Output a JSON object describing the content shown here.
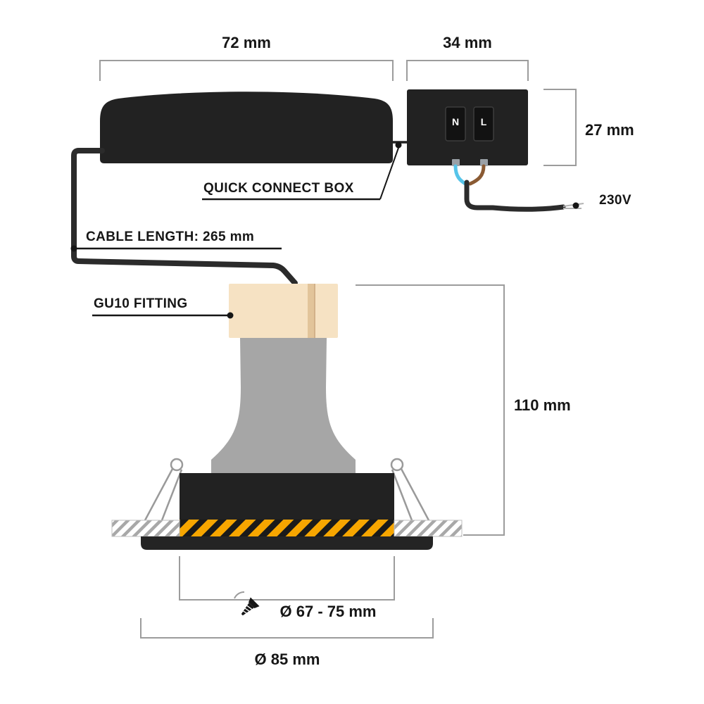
{
  "diagram": {
    "title": "Recessed GU10 downlight dimension diagram",
    "dims": {
      "driver_width": "72 mm",
      "connector_width": "34 mm",
      "connector_height": "27 mm",
      "fixture_height": "110 mm",
      "cutout_diameter": "Ø 67 - 75 mm",
      "bezel_diameter": "Ø 85 mm"
    },
    "labels": {
      "quick_connect_box": "QUICK CONNECT BOX",
      "cable_length": "CABLE LENGTH: 265 mm",
      "gu10_fitting": "GU10 FITTING",
      "voltage": "230V",
      "terminal_neutral": "N",
      "terminal_live": "L"
    },
    "colors": {
      "housing_black": "#222222",
      "lamp_gray": "#a6a6a6",
      "fitting_beige": "#f6e2c3",
      "fitting_beige_dark": "#e2c49a",
      "cutout_orange": "#f7a600",
      "wire_blue": "#56c4e9",
      "wire_brown": "#8a5a33",
      "dim_line_gray": "#9c9c9c",
      "ceiling_hatch_gray": "#a8a8a8"
    }
  }
}
